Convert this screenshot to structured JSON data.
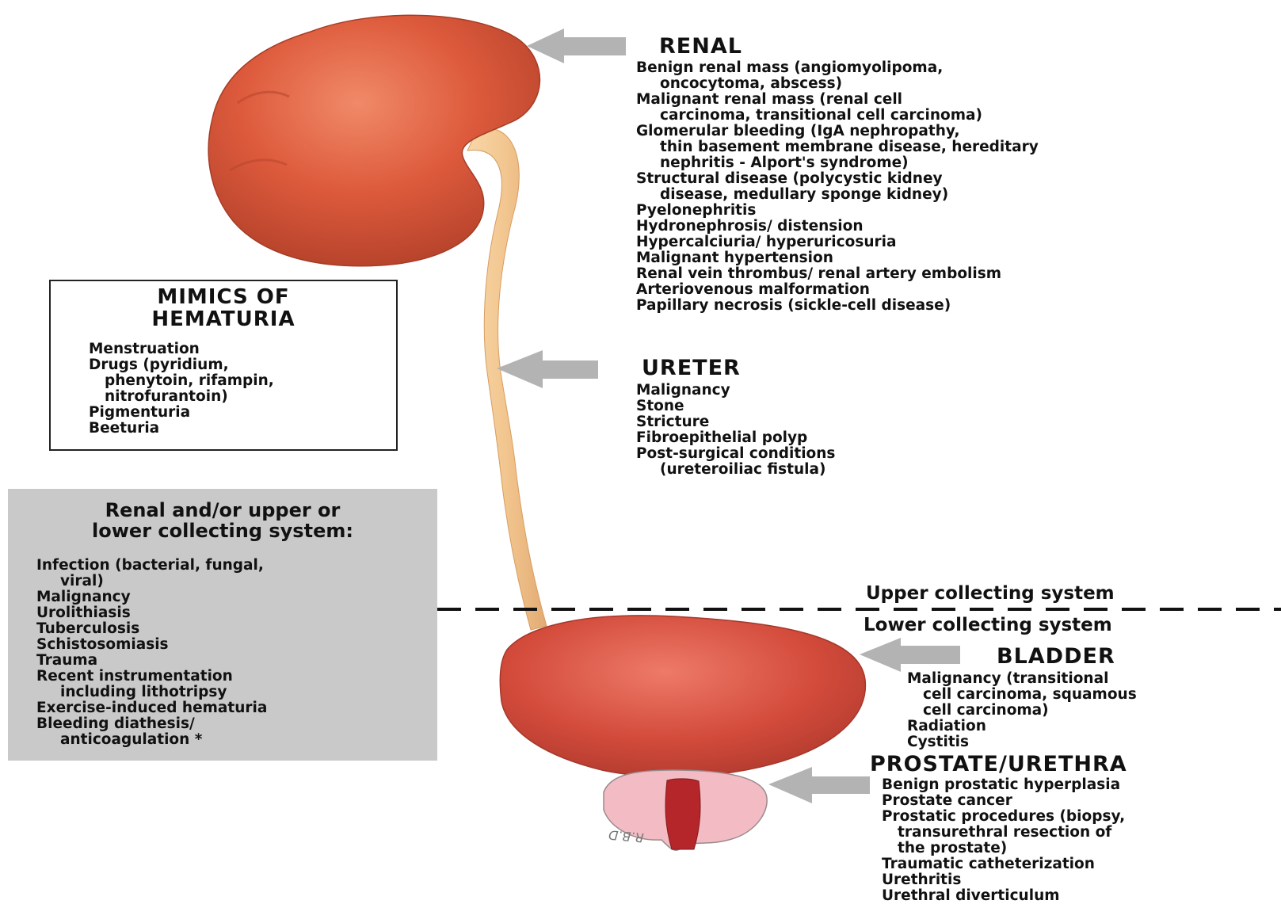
{
  "renal": {
    "title": "RENAL",
    "items": [
      {
        "lines": [
          "Benign renal mass (angiomyolipoma,",
          "oncocytoma, abscess)"
        ]
      },
      {
        "lines": [
          "Malignant renal mass (renal cell",
          "carcinoma, transitional cell carcinoma)"
        ]
      },
      {
        "lines": [
          "Glomerular bleeding (IgA nephropathy,",
          "thin basement membrane disease, hereditary",
          "nephritis - Alport's syndrome)"
        ]
      },
      {
        "lines": [
          "Structural disease (polycystic kidney",
          "disease, medullary sponge kidney)"
        ]
      },
      {
        "lines": [
          "Pyelonephritis"
        ]
      },
      {
        "lines": [
          "Hydronephrosis/ distension"
        ]
      },
      {
        "lines": [
          "Hypercalciuria/ hyperuricosuria"
        ]
      },
      {
        "lines": [
          "Malignant hypertension"
        ]
      },
      {
        "lines": [
          "Renal vein thrombus/ renal artery embolism"
        ]
      },
      {
        "lines": [
          "Arteriovenous malformation"
        ]
      },
      {
        "lines": [
          "Papillary necrosis (sickle-cell disease)"
        ]
      }
    ]
  },
  "ureter": {
    "title": "URETER",
    "items": [
      {
        "lines": [
          "Malignancy"
        ]
      },
      {
        "lines": [
          "Stone"
        ]
      },
      {
        "lines": [
          "Stricture"
        ]
      },
      {
        "lines": [
          "Fibroepithelial polyp"
        ]
      },
      {
        "lines": [
          "Post-surgical conditions",
          "(ureteroiliac fistula)"
        ]
      }
    ]
  },
  "mimics": {
    "title_line1": "MIMICS OF",
    "title_line2": "HEMATURIA",
    "items": [
      {
        "lines": [
          "Menstruation"
        ]
      },
      {
        "lines": [
          "Drugs (pyridium,",
          "phenytoin, rifampin,",
          "nitrofurantoin)"
        ]
      },
      {
        "lines": [
          "Pigmenturia"
        ]
      },
      {
        "lines": [
          "Beeturia"
        ]
      }
    ]
  },
  "collecting": {
    "title_line1": "Renal and/or upper or",
    "title_line2": "lower collecting system:",
    "items": [
      {
        "lines": [
          "Infection (bacterial, fungal,",
          "viral)"
        ]
      },
      {
        "lines": [
          "Malignancy"
        ]
      },
      {
        "lines": [
          "Urolithiasis"
        ]
      },
      {
        "lines": [
          "Tuberculosis"
        ]
      },
      {
        "lines": [
          "Schistosomiasis"
        ]
      },
      {
        "lines": [
          "Trauma"
        ]
      },
      {
        "lines": [
          "Recent instrumentation",
          "including lithotripsy"
        ]
      },
      {
        "lines": [
          "Exercise-induced hematuria"
        ]
      },
      {
        "lines": [
          "Bleeding diathesis/",
          "anticoagulation *"
        ]
      }
    ]
  },
  "divider": {
    "upper": "Upper collecting system",
    "lower": "Lower collecting system"
  },
  "bladder": {
    "title": "BLADDER",
    "items": [
      {
        "lines": [
          "Malignancy (transitional",
          "cell carcinoma, squamous",
          "cell carcinoma)"
        ]
      },
      {
        "lines": [
          "Radiation"
        ]
      },
      {
        "lines": [
          "Cystitis"
        ]
      }
    ]
  },
  "prostate": {
    "title": "PROSTATE/URETHRA",
    "items": [
      {
        "lines": [
          "Benign prostatic hyperplasia"
        ]
      },
      {
        "lines": [
          "Prostate cancer"
        ]
      },
      {
        "lines": [
          "Prostatic procedures (biopsy,",
          "transurethral resection of",
          "the prostate)"
        ]
      },
      {
        "lines": [
          "Traumatic catheterization"
        ]
      },
      {
        "lines": [
          "Urethritis"
        ]
      },
      {
        "lines": [
          "Urethral diverticulum"
        ]
      }
    ]
  },
  "signature": "R.B.D",
  "colors": {
    "kidney": "#d9553a",
    "ureter": "#f3c790",
    "bladder": "#d2473a",
    "prostate": "#f3bcc4",
    "urethra": "#b5262b",
    "arrow": "#b3b3b3",
    "box_fill": "#c9c9c9"
  }
}
